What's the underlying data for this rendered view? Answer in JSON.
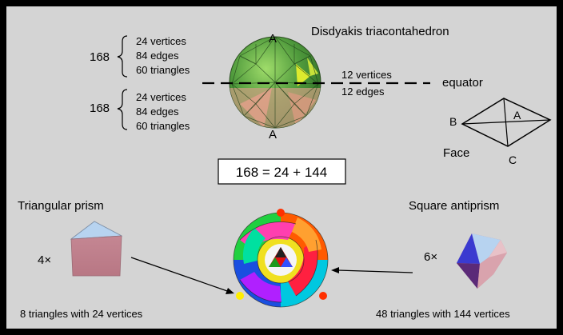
{
  "title": "Disdyakis triacontahedron",
  "upper_group": {
    "total": "168",
    "items": [
      "24 vertices",
      "84 edges",
      "60 triangles"
    ],
    "pole_label": "A"
  },
  "lower_group": {
    "total": "168",
    "items": [
      "24 vertices",
      "84 edges",
      "60 triangles"
    ],
    "pole_label": "A"
  },
  "equator": {
    "label": "equator",
    "items": [
      "12 vertices",
      "12 edges"
    ]
  },
  "face": {
    "label": "Face",
    "vertex_labels": [
      "A",
      "B",
      "C"
    ]
  },
  "equation": "168 = 24 + 144",
  "prism": {
    "title": "Triangular prism",
    "multiplier": "4×",
    "caption": "8 triangles with 24 vertices"
  },
  "antiprism": {
    "title": "Square antiprism",
    "multiplier": "6×",
    "caption": "48 triangles with 144 vertices"
  },
  "colors": {
    "background": "#d4d4d4",
    "frame": "#000000",
    "solid_green": "#4f9a3c",
    "solid_pink": "#e2a08a",
    "solid_yellow": "#dcea2e",
    "prism_top": "#b7d3f0",
    "prism_side": "#c98c98"
  }
}
